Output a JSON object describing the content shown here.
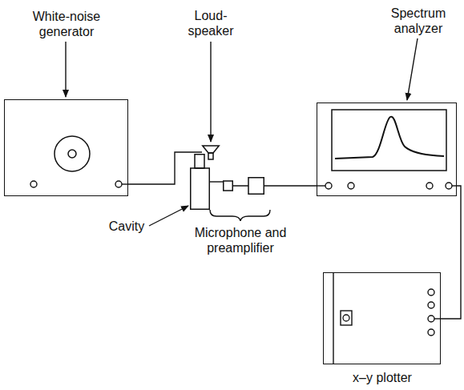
{
  "diagram": {
    "nodes": [
      {
        "text": [
          "White-noise generator"
        ]
      },
      {
        "text": [
          "Loud-speaker"
        ]
      },
      {
        "text": [
          "Cavity"
        ]
      },
      {
        "text": [
          "Microphone and preamplifier"
        ]
      },
      {
        "text": [
          "Spectrum analyzer"
        ]
      },
      {
        "text": [
          "x–y plotter"
        ]
      }
    ],
    "edges": [
      {
        "from": 0,
        "to": 1,
        "arrow": "none"
      },
      {
        "from": 2,
        "to": 3,
        "arrow": "none"
      },
      {
        "from": 3,
        "to": 4,
        "arrow": "none"
      },
      {
        "from": 4,
        "to": 5,
        "arrow": "none"
      }
    ]
  }
}
